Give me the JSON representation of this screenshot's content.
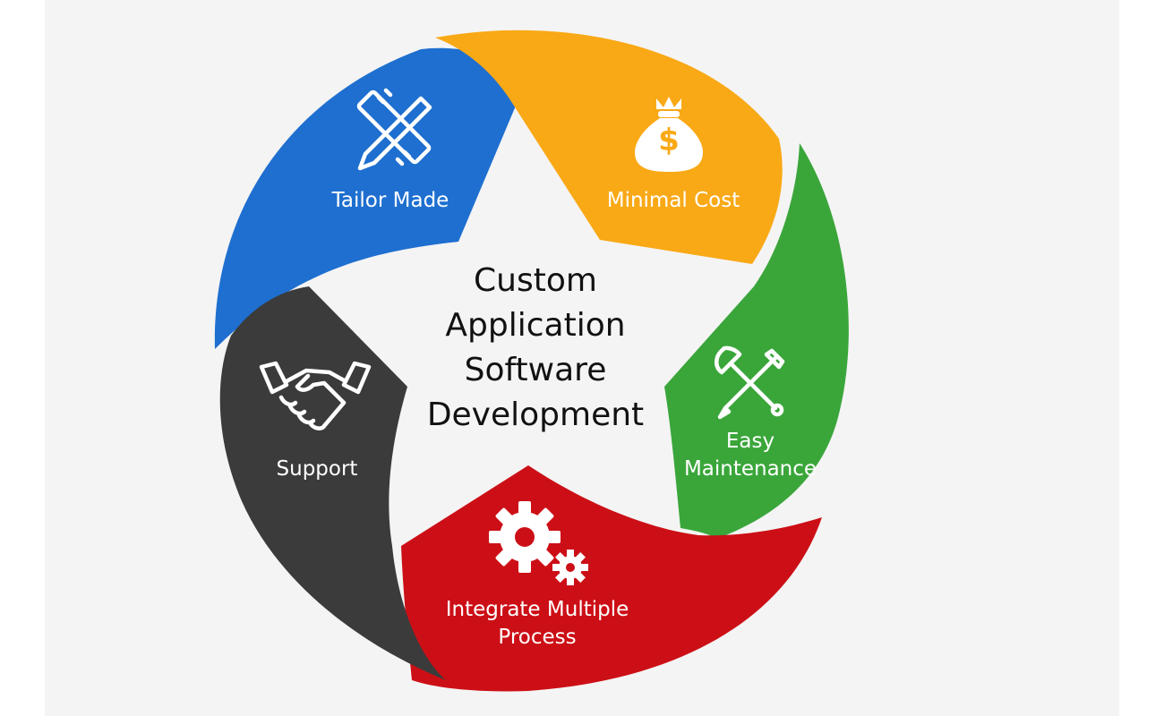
{
  "center": {
    "lines": [
      "Custom",
      "Application",
      "Software",
      "Development"
    ]
  },
  "segments": [
    {
      "label_lines": [
        "Tailor Made"
      ],
      "icon": "ruler-pencil-icon",
      "color": "#1e6fd0"
    },
    {
      "label_lines": [
        "Minimal Cost"
      ],
      "icon": "money-bag-icon",
      "color": "#f9a916"
    },
    {
      "label_lines": [
        "Easy",
        "Maintenance"
      ],
      "icon": "wrench-screwdriver-icon",
      "color": "#3aa63a"
    },
    {
      "label_lines": [
        "Integrate Multiple",
        "Process"
      ],
      "icon": "gears-icon",
      "color": "#cc0f16"
    },
    {
      "label_lines": [
        "Support"
      ],
      "icon": "handshake-icon",
      "color": "#3b3b3b"
    }
  ]
}
